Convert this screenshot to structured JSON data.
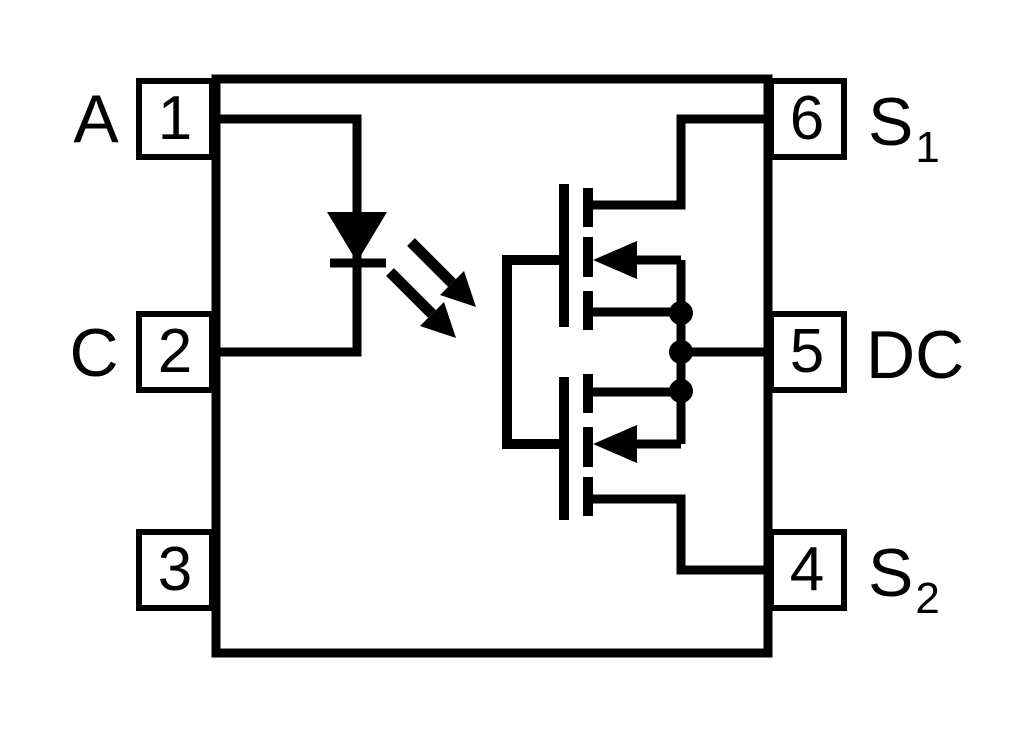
{
  "colors": {
    "ink": "#000000",
    "background": "#ffffff"
  },
  "pins": [
    {
      "id": "1",
      "number": "1",
      "name": "A",
      "sub": "",
      "side": "left",
      "row": "top"
    },
    {
      "id": "2",
      "number": "2",
      "name": "C",
      "sub": "",
      "side": "left",
      "row": "middle"
    },
    {
      "id": "3",
      "number": "3",
      "name": "",
      "sub": "",
      "side": "left",
      "row": "bottom"
    },
    {
      "id": "6",
      "number": "6",
      "name": "S",
      "sub": "1",
      "side": "right",
      "row": "top"
    },
    {
      "id": "5",
      "number": "5",
      "name": "DC",
      "sub": "",
      "side": "right",
      "row": "middle"
    },
    {
      "id": "4",
      "number": "4",
      "name": "S",
      "sub": "2",
      "side": "right",
      "row": "bottom"
    }
  ],
  "icons": {
    "led": "led-diode-filled-triangle-with-cathode-bar",
    "light_arrows": "two-diagonal-light-emission-arrows",
    "mosfet_top": "mosfet-dashed-channel-with-body-diode-arrow",
    "mosfet_bottom": "mosfet-dashed-channel-with-body-diode-arrow",
    "junction_dots": "three-filled-connection-dots"
  },
  "schematic": {
    "type": "optocoupler-relay-internal-connection-diagram",
    "nets": [
      "Pin 1 (A) connects to LED anode",
      "Pin 2 (C) connects to LED cathode",
      "LED emits light (two diagonal arrows) toward the MOSFET section",
      "Pin 6 (S1) connects to the upper MOSFET outer terminal",
      "Pin 4 (S2) connects to the lower MOSFET outer terminal",
      "Pin 5 (DC) connects to the common node joining both MOSFET inner terminals and body arrows via three junction dots",
      "Both MOSFET gates are tied together by a vertical bus",
      "Pin 3 has no internal connection shown"
    ]
  }
}
